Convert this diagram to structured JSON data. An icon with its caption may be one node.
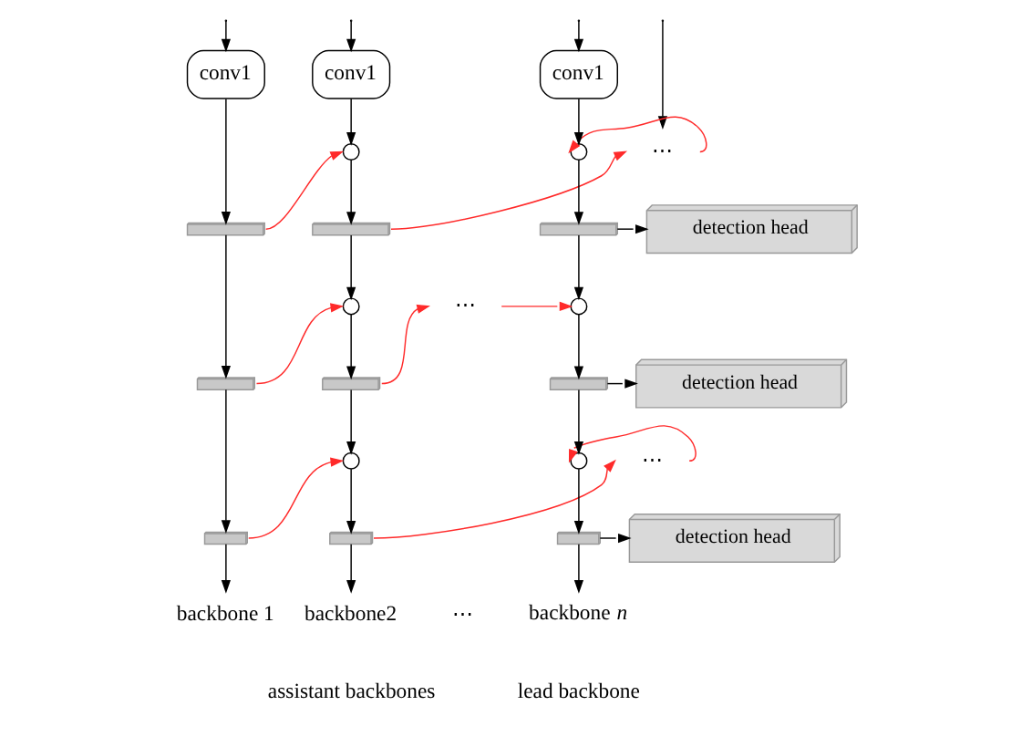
{
  "diagram": {
    "nodes": [
      {
        "text": [
          "conv1"
        ]
      },
      {
        "text": [],
        "shape": "box"
      },
      {
        "text": [],
        "shape": "box"
      },
      {
        "text": [],
        "shape": "box"
      },
      {
        "text": [
          "backbone 1"
        ]
      },
      {
        "text": [
          "conv1"
        ]
      },
      {
        "text": [],
        "shape": "circle"
      },
      {
        "text": [],
        "shape": "box"
      },
      {
        "text": [],
        "shape": "circle"
      },
      {
        "text": [],
        "shape": "box"
      },
      {
        "text": [],
        "shape": "circle"
      },
      {
        "text": [],
        "shape": "box"
      },
      {
        "text": [
          "backbone2"
        ]
      },
      {
        "text": [
          "⋯"
        ]
      },
      {
        "text": [
          "⋯"
        ]
      },
      {
        "text": [
          "⋯"
        ]
      },
      {
        "text": [
          "conv1"
        ]
      },
      {
        "text": [],
        "shape": "circle"
      },
      {
        "text": [],
        "shape": "box"
      },
      {
        "text": [],
        "shape": "circle"
      },
      {
        "text": [],
        "shape": "box"
      },
      {
        "text": [],
        "shape": "circle"
      },
      {
        "text": [],
        "shape": "box"
      },
      {
        "text": [
          "backbone *n*"
        ]
      },
      {
        "text": [
          "detection head"
        ]
      },
      {
        "text": [
          "detection head"
        ]
      },
      {
        "text": [
          "detection head"
        ]
      }
    ],
    "edges": [
      {
        "from": null,
        "to": 0,
        "arrow": "to"
      },
      {
        "from": null,
        "to": 5,
        "arrow": "to"
      },
      {
        "from": null,
        "to": 13,
        "arrow": "to"
      },
      {
        "from": null,
        "to": 16,
        "arrow": "to"
      },
      {
        "from": 0,
        "to": 1,
        "arrow": "to"
      },
      {
        "from": 1,
        "to": 2,
        "arrow": "to"
      },
      {
        "from": 2,
        "to": 3,
        "arrow": "to"
      },
      {
        "from": 3,
        "to": 4,
        "arrow": "to"
      },
      {
        "from": 5,
        "to": 6,
        "arrow": "to"
      },
      {
        "from": 6,
        "to": 7,
        "arrow": "to"
      },
      {
        "from": 7,
        "to": 8,
        "arrow": "to"
      },
      {
        "from": 8,
        "to": 9,
        "arrow": "to"
      },
      {
        "from": 9,
        "to": 10,
        "arrow": "to"
      },
      {
        "from": 10,
        "to": 11,
        "arrow": "to"
      },
      {
        "from": 11,
        "to": 12,
        "arrow": "to"
      },
      {
        "from": 1,
        "to": 6,
        "arrow": "to",
        "color": "#ff2a2a"
      },
      {
        "from": 2,
        "to": 8,
        "arrow": "to",
        "color": "#ff2a2a"
      },
      {
        "from": 3,
        "to": 10,
        "arrow": "to",
        "color": "#ff2a2a"
      },
      {
        "from": 7,
        "to": 13,
        "arrow": "to",
        "color": "#ff2a2a"
      },
      {
        "from": 9,
        "to": 14,
        "arrow": "to",
        "color": "#ff2a2a"
      },
      {
        "from": 11,
        "to": 15,
        "arrow": "to",
        "color": "#ff2a2a"
      },
      {
        "from": 13,
        "to": 17,
        "arrow": "to",
        "color": "#ff2a2a"
      },
      {
        "from": 14,
        "to": 19,
        "arrow": "to",
        "color": "#ff2a2a"
      },
      {
        "from": 15,
        "to": 21,
        "arrow": "to",
        "color": "#ff2a2a"
      },
      {
        "from": 16,
        "to": 17,
        "arrow": "to"
      },
      {
        "from": 17,
        "to": 18,
        "arrow": "to"
      },
      {
        "from": 18,
        "to": 19,
        "arrow": "to"
      },
      {
        "from": 19,
        "to": 20,
        "arrow": "to"
      },
      {
        "from": 20,
        "to": 21,
        "arrow": "to"
      },
      {
        "from": 21,
        "to": 22,
        "arrow": "to"
      },
      {
        "from": 22,
        "to": 23,
        "arrow": "to"
      },
      {
        "from": 18,
        "to": 24,
        "arrow": "to"
      },
      {
        "from": 20,
        "to": 25,
        "arrow": "to"
      },
      {
        "from": 22,
        "to": 26,
        "arrow": "to"
      }
    ],
    "labels": [
      "⋯",
      "assistant backbones",
      "lead backbone"
    ]
  }
}
